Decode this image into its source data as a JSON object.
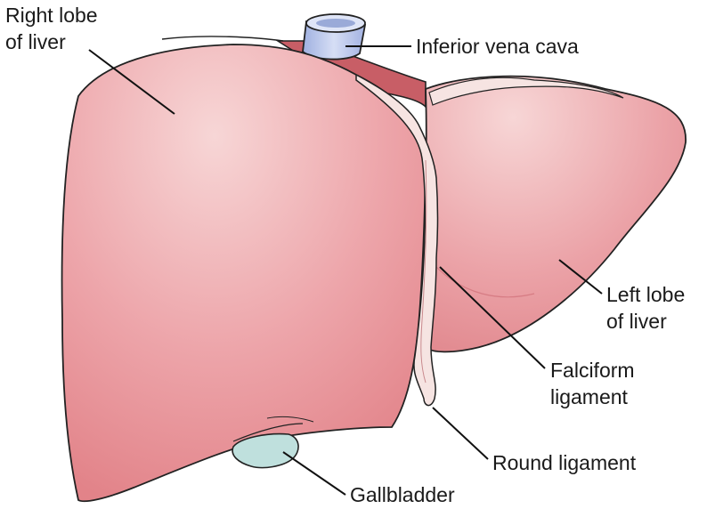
{
  "labels": {
    "right_lobe": [
      "Right lobe",
      "of liver"
    ],
    "inferior_vena_cava": "Inferior vena cava",
    "left_lobe": [
      "Left lobe",
      "of liver"
    ],
    "falciform_ligament": [
      "Falciform",
      "ligament"
    ],
    "round_ligament": "Round ligament",
    "gallbladder": "Gallbladder"
  },
  "colors": {
    "liver_fill": "#e8929a",
    "liver_highlight": "#f7d6d6",
    "liver_edge": "#222222",
    "ligament_fill": "#f6e4e2",
    "vena_cava_fill": "#bcc8ec",
    "gallbladder_fill": "#bfe0dd",
    "leader_line": "#111111"
  }
}
